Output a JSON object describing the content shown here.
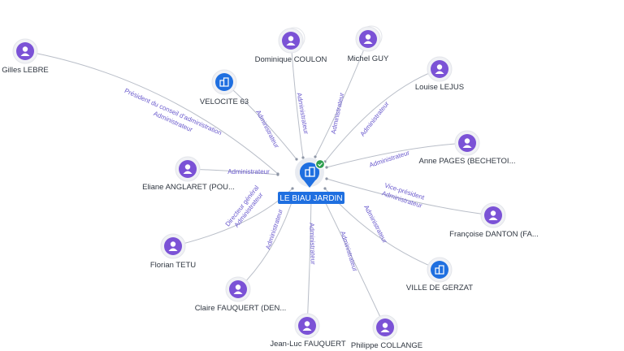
{
  "colors": {
    "person": "#7b52d6",
    "company": "#1f6fe0",
    "center": "#1f6fe0",
    "check": "#2e9e4f",
    "edge": "#b9bec8",
    "edge_label": "#6a5acd"
  },
  "center": {
    "label": "LE BIAU JARDIN",
    "icon": "company-icon"
  },
  "nodes": [
    {
      "id": "n1",
      "label": "Gilles LEBRE",
      "type": "person",
      "edge_label": "Président du conseil d'administration",
      "edge_label2": "Administrateur"
    },
    {
      "id": "n2",
      "label": "Dominique COULON",
      "type": "person",
      "edge_label": "Administrateur"
    },
    {
      "id": "n3",
      "label": "Michel GUY",
      "type": "person",
      "edge_label": "Administrateur"
    },
    {
      "id": "n4",
      "label": "VELOCITE 63",
      "type": "company",
      "edge_label": "Administrateur"
    },
    {
      "id": "n5",
      "label": "Louise LEJUS",
      "type": "person",
      "edge_label": "Administrateur"
    },
    {
      "id": "n6",
      "label": "Anne PAGES (BECHETOI...",
      "type": "person",
      "edge_label": "Administrateur"
    },
    {
      "id": "n7",
      "label": "Eliane ANGLARET (POU...",
      "type": "person",
      "edge_label": "Administrateur"
    },
    {
      "id": "n8",
      "label": "Françoise DANTON (FA...",
      "type": "person",
      "edge_label": "Vice-président",
      "edge_label2": "Administrateur"
    },
    {
      "id": "n9",
      "label": "Florian TETU",
      "type": "person",
      "edge_label": "Directeur général",
      "edge_label2": "Administrateur"
    },
    {
      "id": "n10",
      "label": "VILLE DE GERZAT",
      "type": "company",
      "edge_label": "Administrateur"
    },
    {
      "id": "n11",
      "label": "Claire FAUQUERT (DEN...",
      "type": "person",
      "edge_label": "Administrateur"
    },
    {
      "id": "n12",
      "label": "Jean-Luc FAUQUERT",
      "type": "person",
      "edge_label": "Administrateur"
    },
    {
      "id": "n13",
      "label": "Philippe COLLANGE",
      "type": "person",
      "edge_label": "Administrateur"
    }
  ]
}
